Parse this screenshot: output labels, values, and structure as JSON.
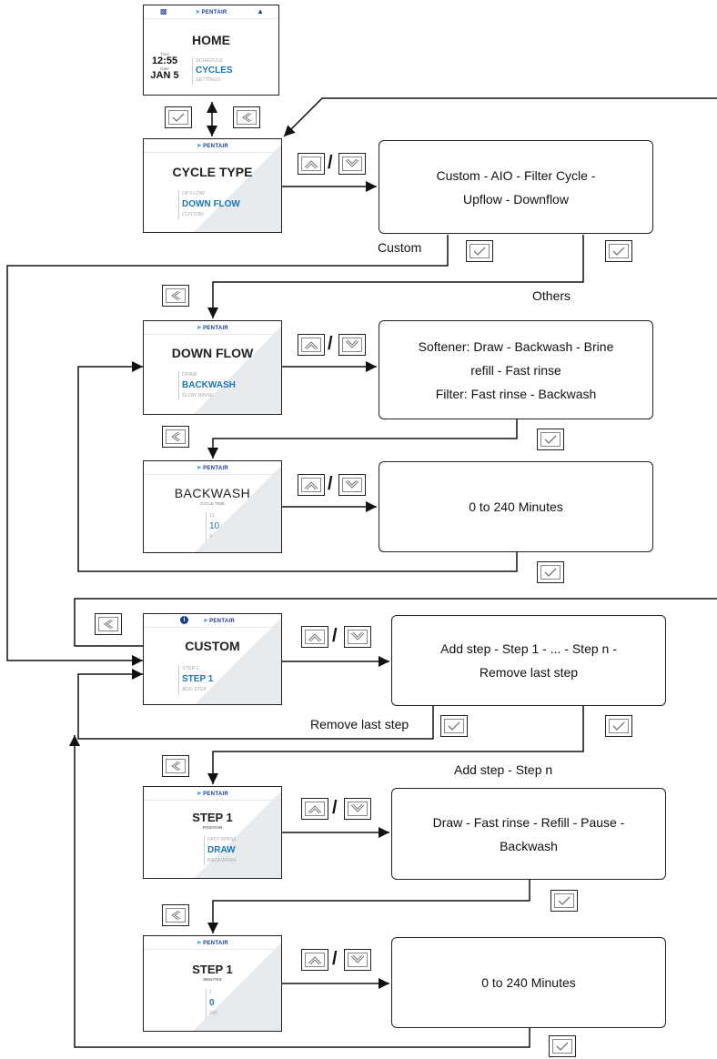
{
  "brand": "PENTAIR",
  "screens": {
    "home": {
      "title": "HOME",
      "time_label": "Time",
      "time": "12:55",
      "date_label": "Date",
      "date": "JAN 5",
      "menu": [
        "SCHEDULE",
        "CYCLES",
        "SETTINGS"
      ]
    },
    "cycle_type": {
      "title": "CYCLE TYPE",
      "menu": [
        "UP FLOW",
        "DOWN FLOW",
        "CUSTOM"
      ]
    },
    "down_flow": {
      "title": "DOWN FLOW",
      "menu": [
        "DRAW",
        "BACKWASH",
        "SLOW RINSE"
      ]
    },
    "backwash": {
      "title": "BACKWASH",
      "subtitle": "CYCLE TIME",
      "menu": [
        "11",
        "10",
        "9"
      ]
    },
    "custom": {
      "title": "CUSTOM",
      "menu": [
        "STEP 2",
        "STEP 1",
        "ADD STEP"
      ]
    },
    "step1_position": {
      "title": "STEP 1",
      "subtitle": "POSITION",
      "menu": [
        "FAST RINSE",
        "DRAW",
        "BACKWASH"
      ]
    },
    "step1_minutes": {
      "title": "STEP 1",
      "subtitle": "MINUTES",
      "menu": [
        "1",
        "0",
        "240"
      ]
    }
  },
  "boxes": {
    "cycle_options": [
      "Custom - AIO - Filter Cycle -",
      "Upflow - Downflow"
    ],
    "down_flow_options": [
      "Softener: Draw - Backwash - Brine",
      "refill - Fast rinse",
      "Filter: Fast rinse - Backwash"
    ],
    "backwash_range": [
      "0 to 240 Minutes"
    ],
    "custom_options": [
      "Add step - Step 1 - ... - Step n -",
      "Remove last step"
    ],
    "position_options": [
      "Draw - Fast rinse - Refill - Pause -",
      "Backwash"
    ],
    "minutes_range": [
      "0 to 240 Minutes"
    ]
  },
  "labels": {
    "custom": "Custom",
    "others": "Others",
    "remove_last_step": "Remove last step",
    "add_step": "Add step - Step n"
  },
  "separator": "/",
  "icons": {
    "confirm": "check-icon",
    "back": "back-chevron-icon",
    "up": "up-chevron-icon",
    "down": "down-chevron-icon",
    "lock": "lock-icon",
    "drop": "drop-icon",
    "info": "info-icon"
  }
}
